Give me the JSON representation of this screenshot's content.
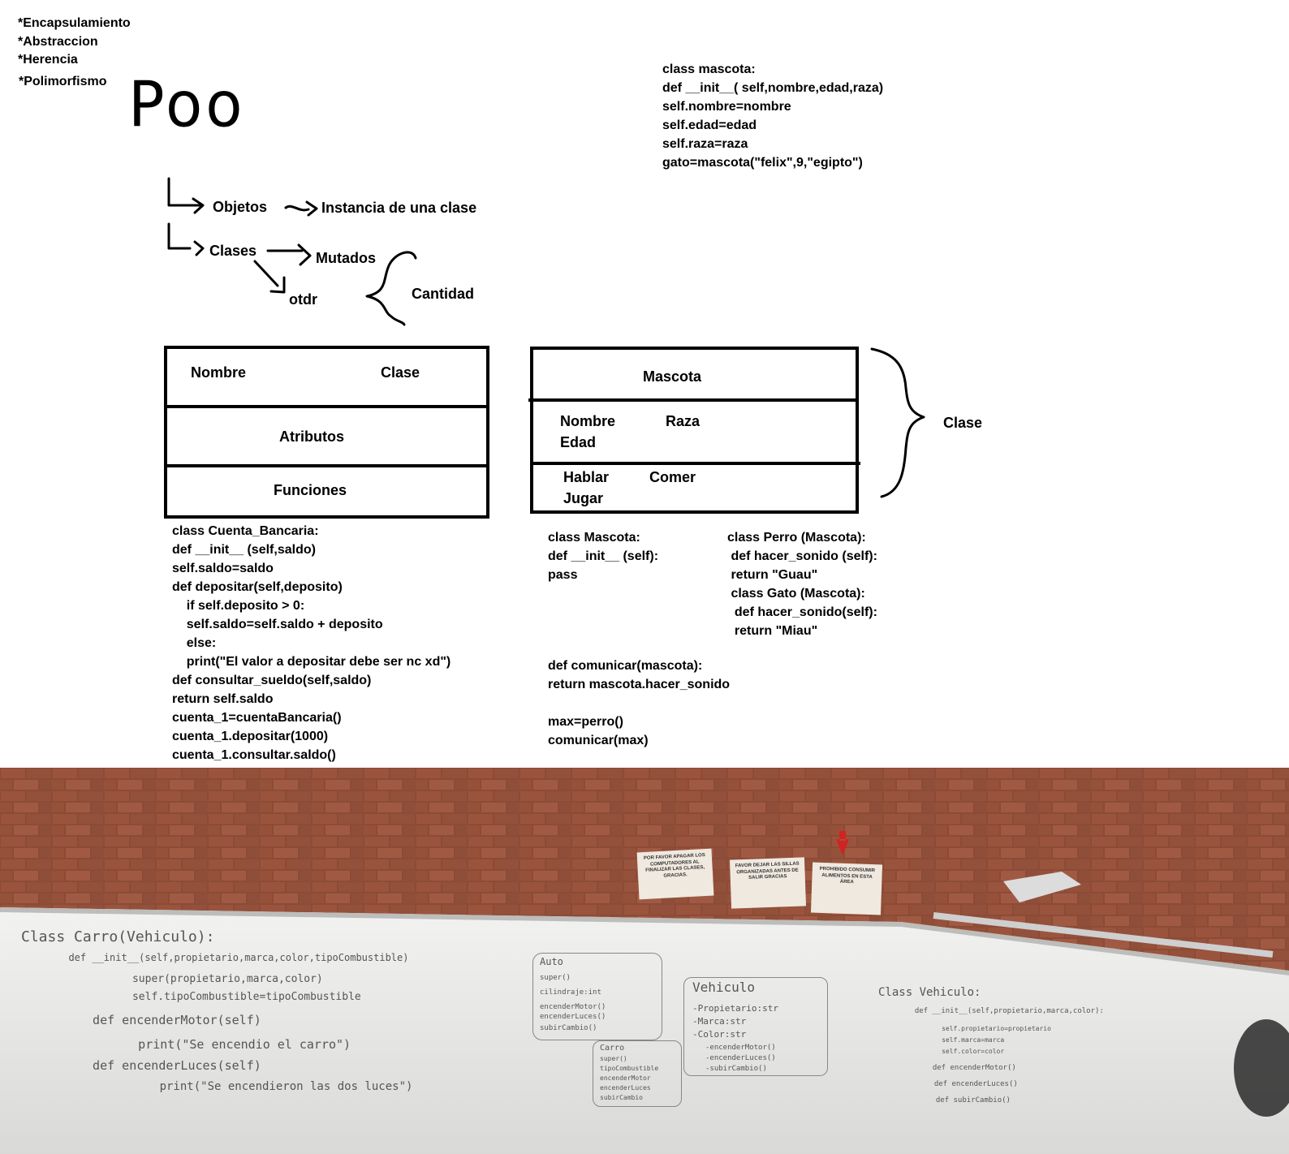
{
  "pillars": [
    "*Encapsulamiento",
    "*Abstraccion",
    "*Herencia",
    "*Polimorfismo"
  ],
  "poo_title": "Poo",
  "tree": {
    "objetos": "Objetos",
    "instancia": "Instancia de una clase",
    "clases": "Clases",
    "mutados": "Mutados",
    "otdr": "otdr",
    "cantidad": "Cantidad"
  },
  "code_mascota_top": [
    "class mascota:",
    "def __init__( self,nombre,edad,raza)",
    "self.nombre=nombre",
    "self.edad=edad",
    "self.raza=raza",
    "gato=mascota(\"felix\",9,\"egipto\")"
  ],
  "uml_generic": {
    "nombre": "Nombre",
    "clase": "Clase",
    "atributos": "Atributos",
    "funciones": "Funciones"
  },
  "uml_mascota": {
    "title": "Mascota",
    "attr_nombre": "Nombre",
    "attr_raza": "Raza",
    "attr_edad": "Edad",
    "m_hablar": "Hablar",
    "m_comer": "Comer",
    "m_jugar": "Jugar",
    "brace_label": "Clase"
  },
  "code_cuenta": [
    "class Cuenta_Bancaria:",
    "def __init__ (self,saldo)",
    "self.saldo=saldo",
    "def depositar(self,deposito)",
    "    if self.deposito > 0:",
    "    self.saldo=self.saldo + deposito",
    "    else:",
    "    print(\"El valor a depositar debe ser nc xd\")",
    "def consultar_sueldo(self,saldo)",
    "return self.saldo",
    "cuenta_1=cuentaBancaria()",
    "cuenta_1.depositar(1000)",
    "cuenta_1.consultar.saldo()"
  ],
  "code_mascota_class": [
    "class Mascota:",
    "def __init__ (self):",
    "pass"
  ],
  "code_subclasses": [
    "class Perro (Mascota):",
    " def hacer_sonido (self):",
    " return \"Guau\"",
    " class Gato (Mascota):",
    "  def hacer_sonido(self):",
    "  return \"Miau\""
  ],
  "code_comunicar": [
    "def comunicar(mascota):",
    "return mascota.hacer_sonido",
    "",
    "max=perro()",
    "comunicar(max)"
  ],
  "photo": {
    "sign_1": "POR FAVOR APAGAR LOS COMPUTADORES AL FINALIZAR LAS CLASES, GRACIAS.",
    "sign_2": "FAVOR DEJAR LAS SILLAS ORGANIZADAS ANTES DE SALIR GRACIAS",
    "sign_3": "PROHIBIDO CONSUMIR ALIMENTOS EN ESTA ÁREA",
    "board_left": [
      "Class Carro(Vehiculo):",
      "  def __init__(self,propietario,marca,color,tipoCombustible)",
      "      super(propietario,marca,color)",
      "      self.tipoCombustible=tipoCombustible",
      "  def encenderMotor(self)",
      "      print(\"Se encendio el carro\")",
      "  def encenderLuces(self)",
      "      print(\"Se encendieron las dos luces\")"
    ],
    "board_auto": [
      "Auto",
      "super()",
      "cilindraje:int",
      "encenderMotor()",
      "encenderLuces()",
      "subirCambio()"
    ],
    "board_vehiculo": [
      "Vehiculo",
      "-Propietario:str",
      "-Marca:str",
      "-Color:str",
      "-encenderMotor()",
      "-encenderLuces()",
      "-subirCambio()"
    ],
    "board_carro": [
      "Carro",
      "super()",
      "tipoCombustible",
      "encenderMotor",
      "encenderLuces",
      "subirCambio"
    ],
    "board_right": [
      "Class Vehiculo:",
      "  def __init__(self,propietario,marca,color):",
      "     self.propietario=propietario",
      "     self.marca=marca",
      "     self.color=color",
      "  def encenderMotor()",
      "  def encenderLuces()",
      "  def subirCambio()"
    ]
  }
}
